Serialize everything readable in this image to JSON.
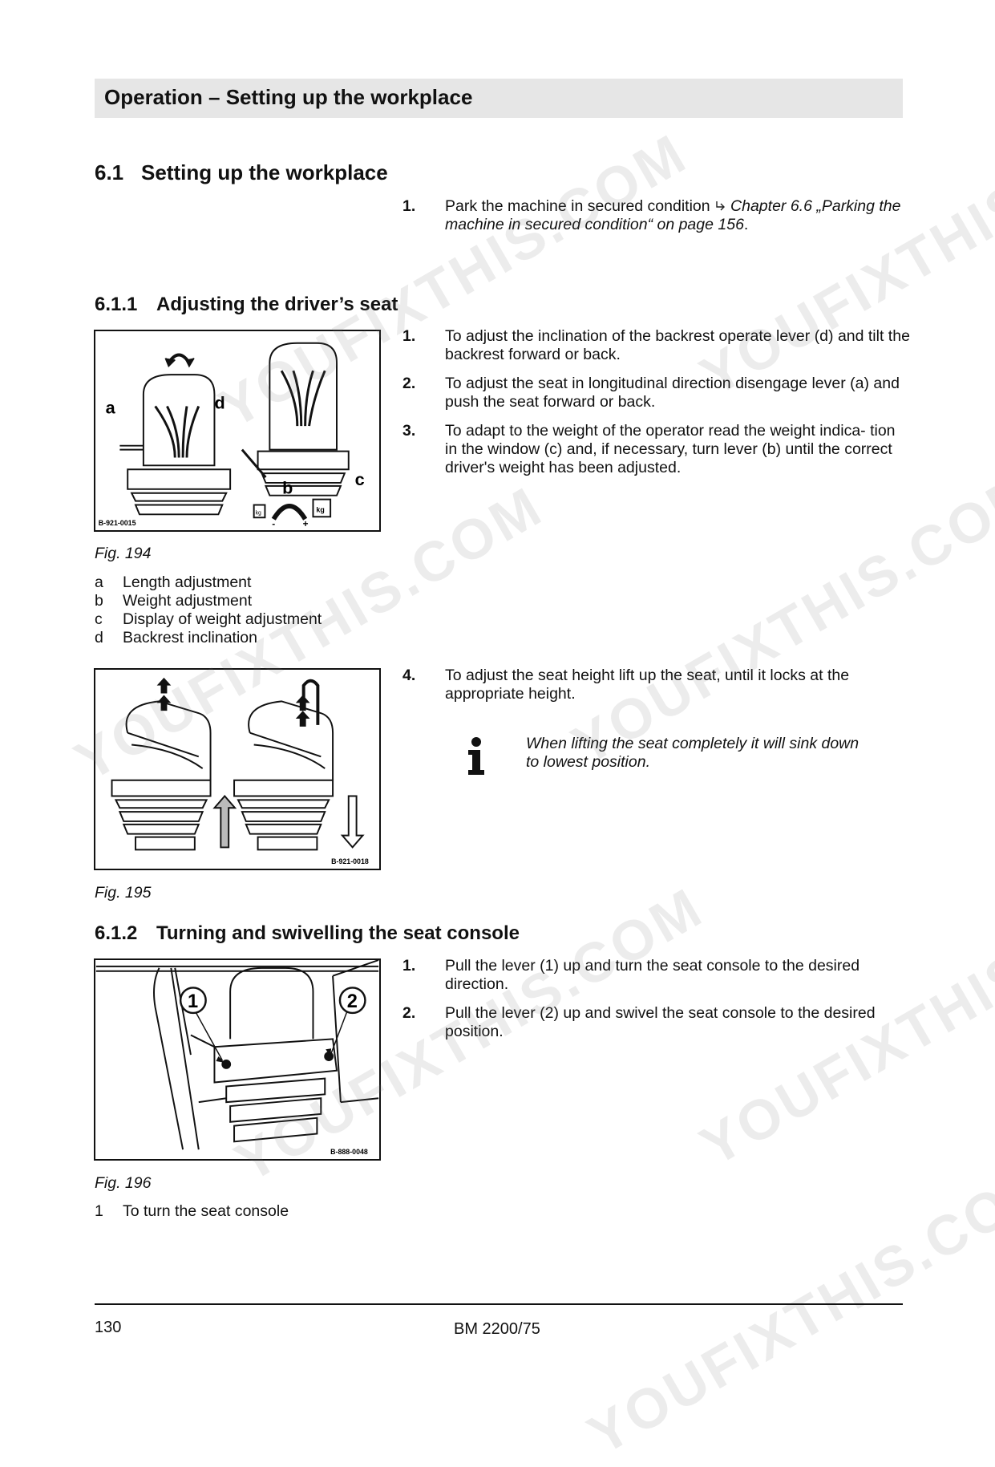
{
  "header": {
    "title": "Operation – Setting up the workplace"
  },
  "section_6_1": {
    "number": "6.1",
    "title": "Setting up the workplace",
    "steps": [
      {
        "n": "1.",
        "text_plain": "Park the machine in secured condition ",
        "ref_icon": "reference-arrow-icon",
        "ref_text": "Chapter 6.6 „Parking the machine in secured condition“ on page 156",
        "suffix": "."
      }
    ]
  },
  "section_6_1_1": {
    "number": "6.1.1",
    "title": "Adjusting the driver’s seat",
    "steps_a": [
      {
        "n": "1.",
        "text": "To adjust the inclination of the backrest operate lever (d) and tilt the backrest forward or back."
      },
      {
        "n": "2.",
        "text": "To adjust the seat in longitudinal direction disengage lever (a) and push the seat forward or back."
      },
      {
        "n": "3.",
        "text": "To adapt to the weight of the operator read the weight indica- tion in the window (c) and, if necessary, turn lever (b) until the correct driver's weight has been adjusted."
      }
    ],
    "fig194": {
      "caption": "Fig.  194",
      "code": "B-921-0015",
      "labels": {
        "a": "a",
        "b": "b",
        "c": "c",
        "d": "d",
        "kg": "kg",
        "minus": "-",
        "plus": "+"
      },
      "legend": [
        {
          "k": "a",
          "v": "Length adjustment"
        },
        {
          "k": "b",
          "v": "Weight adjustment"
        },
        {
          "k": "c",
          "v": "Display of weight adjustment"
        },
        {
          "k": "d",
          "v": "Backrest inclination"
        }
      ]
    },
    "step_4": {
      "n": "4.",
      "text": "To adjust the seat height lift up the seat, until it locks at the appropriate height."
    },
    "note": {
      "icon": "info-icon",
      "text": "When lifting the seat completely it will sink down to lowest position."
    },
    "fig195": {
      "caption": "Fig.  195",
      "code": "B-921-0018"
    }
  },
  "section_6_1_2": {
    "number": "6.1.2",
    "title": "Turning and swivelling the seat console",
    "steps": [
      {
        "n": "1.",
        "text": "Pull the lever (1) up and turn the seat console to the desired direction."
      },
      {
        "n": "2.",
        "text": "Pull the lever (2) up and swivel the seat console to the desired position."
      }
    ],
    "fig196": {
      "caption": "Fig.  196",
      "code": "B-888-0048",
      "labels": {
        "one": "1",
        "two": "2"
      },
      "legend": [
        {
          "k": "1",
          "v": "To turn the seat console"
        }
      ]
    }
  },
  "watermark": "YOUFIXTHIS.COM",
  "footer": {
    "page": "130",
    "doc": "BM 2200/75"
  }
}
